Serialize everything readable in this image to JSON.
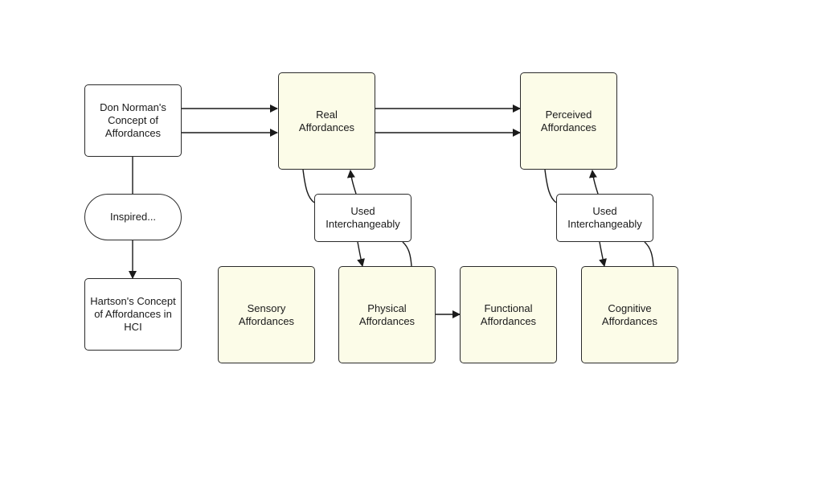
{
  "colors": {
    "stroke": "#2b2b2b",
    "white_fill": "#ffffff",
    "cream_fill": "#fcfce8",
    "text": "#1a1a1a"
  },
  "nodes": {
    "norman": "Don Norman's\nConcept of\nAffordances",
    "inspired": "Inspired...",
    "hartson": "Hartson's Concept\nof Affordances in\nHCI",
    "real": "Real\nAffordances",
    "perceived": "Perceived\nAffordances",
    "used_left": "Used\nInterchangeably",
    "used_right": "Used\nInterchangeably",
    "sensory": "Sensory\nAffordances",
    "physical": "Physical\nAffordances",
    "functional": "Functional\nAffordances",
    "cognitive": "Cognitive\nAffordances"
  }
}
